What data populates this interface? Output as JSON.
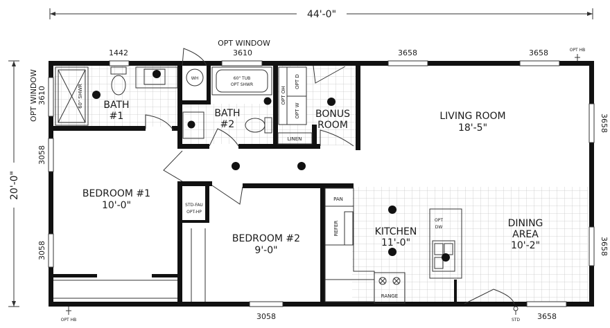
{
  "dimensions": {
    "overall_width": "44'-0\"",
    "overall_depth": "20'-0\""
  },
  "rooms": {
    "bath1": {
      "line1": "BATH",
      "line2": "#1"
    },
    "bath2": {
      "line1": "BATH",
      "line2": "#2"
    },
    "bonus": {
      "line1": "BONUS",
      "line2": "ROOM"
    },
    "living": {
      "line1": "LIVING ROOM",
      "line2": "18'-5\""
    },
    "bedroom1": {
      "line1": "BEDROOM #1",
      "line2": "10'-0\""
    },
    "bedroom2": {
      "line1": "BEDROOM #2",
      "line2": "9'-0\""
    },
    "kitchen": {
      "line1": "KITCHEN",
      "line2": "11'-0\""
    },
    "dining": {
      "line1": "DINING",
      "line2": "AREA",
      "line3": "10'-2\""
    }
  },
  "windows": {
    "bath1_top": "1442",
    "opt_window_top": "OPT WINDOW",
    "opt_window_top_size": "3610",
    "living_top_1": "3658",
    "living_top_2": "3658",
    "left_opt_window": "OPT WINDOW",
    "left_opt_window_size": "3610",
    "left_bedroom_upper": "3058",
    "left_bedroom_lower": "3058",
    "right_living": "3658",
    "right_dining": "3658",
    "bottom_bedroom2": "3058",
    "bottom_dining": "3658"
  },
  "fixtures": {
    "shower_60": "60\" SHWR",
    "wh": "WH",
    "tub_line1": "60\" TUB",
    "tub_line2": "OPT SHWR",
    "opt_oh": "OPT OH",
    "opt_d": "OPT D",
    "opt_w": "OPT W",
    "linen": "LINEN",
    "furnace_line1": "STD-FAU",
    "furnace_line2": "OPT-HP",
    "pan": "PAN",
    "refer": "REFER",
    "opt_dw_line1": "OPT",
    "opt_dw_line2": "DW",
    "range": "RANGE"
  },
  "hose_bibs": {
    "top_right": "OPT HB",
    "bottom_left": "OPT HB",
    "bottom_std": "STD"
  }
}
